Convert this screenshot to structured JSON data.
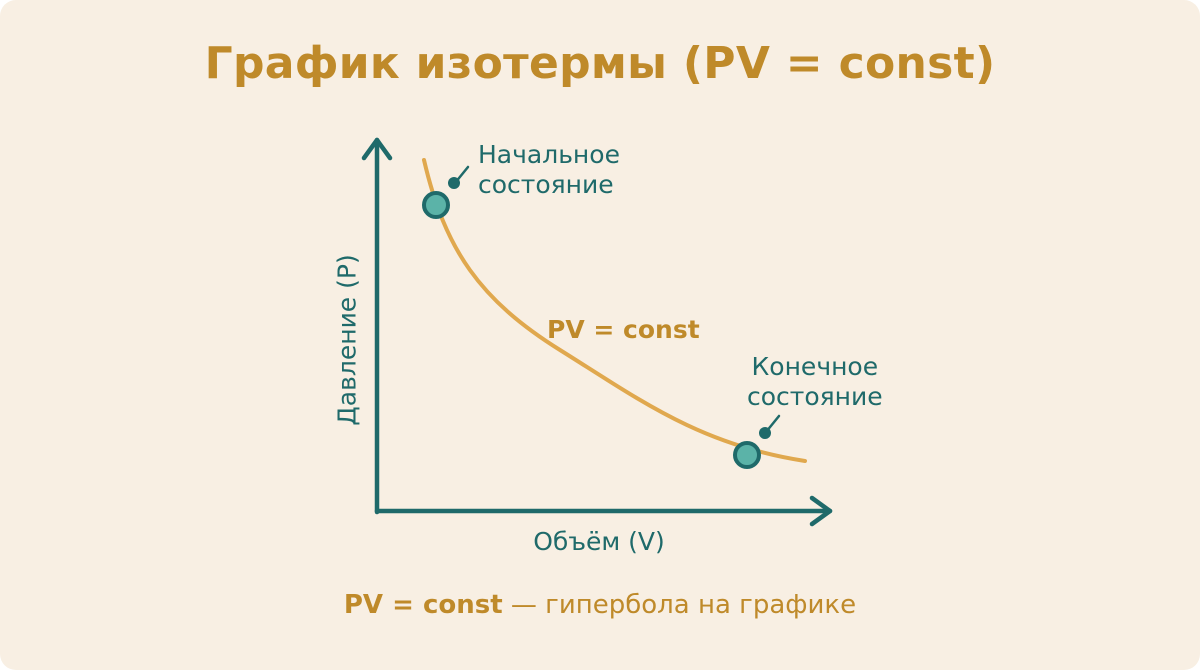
{
  "title": "График изотермы (PV = const)",
  "axes": {
    "y_label": "Давление (P)",
    "x_label": "Объём (V)"
  },
  "points": {
    "start_label_line1": "Начальное",
    "start_label_line2": "состояние",
    "end_label_line1": "Конечное",
    "end_label_line2": "состояние"
  },
  "curve_label": "PV = const",
  "footer": {
    "bold": "PV = const",
    "rest": " — гипербола на графике"
  },
  "colors": {
    "background": "#f8efe3",
    "accent_gold": "#bf8a2a",
    "curve": "#e0a84e",
    "teal": "#1f6a6a",
    "point_fill": "#5bb3a8"
  },
  "chart_data": {
    "type": "line",
    "title": "График изотермы (PV = const)",
    "xlabel": "Объём (V)",
    "ylabel": "Давление (P)",
    "series": [
      {
        "name": "PV = const",
        "shape": "hyperbola",
        "note": "decreasing curve, no numeric ticks"
      }
    ],
    "annotations": [
      {
        "text": "Начальное состояние",
        "position": "upper-left point on curve"
      },
      {
        "text": "Конечное состояние",
        "position": "lower-right point on curve"
      },
      {
        "text": "PV = const",
        "position": "middle of curve"
      }
    ],
    "grid": false,
    "ticks": false
  }
}
